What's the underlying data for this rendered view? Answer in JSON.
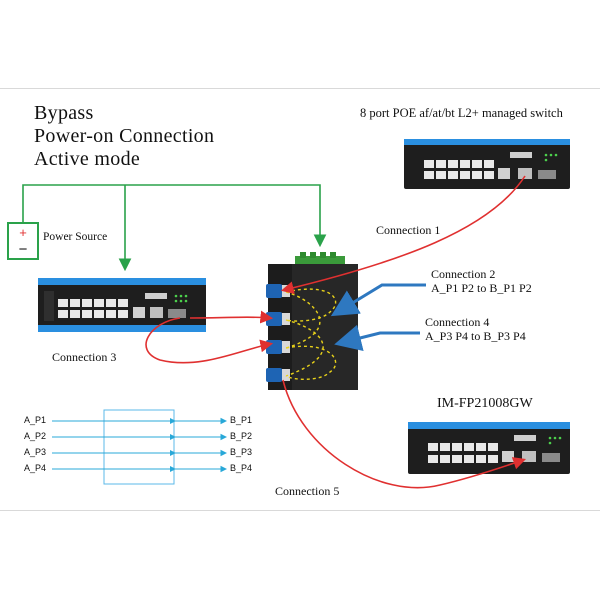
{
  "title": {
    "line1": "Bypass",
    "line2": "Power-on Connection",
    "line3": "Active mode"
  },
  "top_right_label": "8  port POE af/at/bt L2+ managed switch",
  "bottom_right_label": "IM-FP21008GW",
  "power_source": {
    "label": "Power Source",
    "plus": "+",
    "minus": "−"
  },
  "connections": {
    "c1": "Connection 1",
    "c2_title": "Connection 2",
    "c2_desc": "A_P1 P2 to B_P1 P2",
    "c3": "Connection 3",
    "c4_title": "Connection  4",
    "c4_desc": "A_P3 P4 to B_P3 P4",
    "c5": "Connection 5"
  },
  "port_map": {
    "left": [
      "A_P1",
      "A_P2",
      "A_P3",
      "A_P4"
    ],
    "right": [
      "B_P1",
      "B_P2",
      "B_P3",
      "B_P4"
    ]
  },
  "colors": {
    "green": "#2aa24a",
    "red": "#e03030",
    "blue": "#2e78c0",
    "yellow": "#e8d21a",
    "switch_blue": "#2a8fe0"
  }
}
